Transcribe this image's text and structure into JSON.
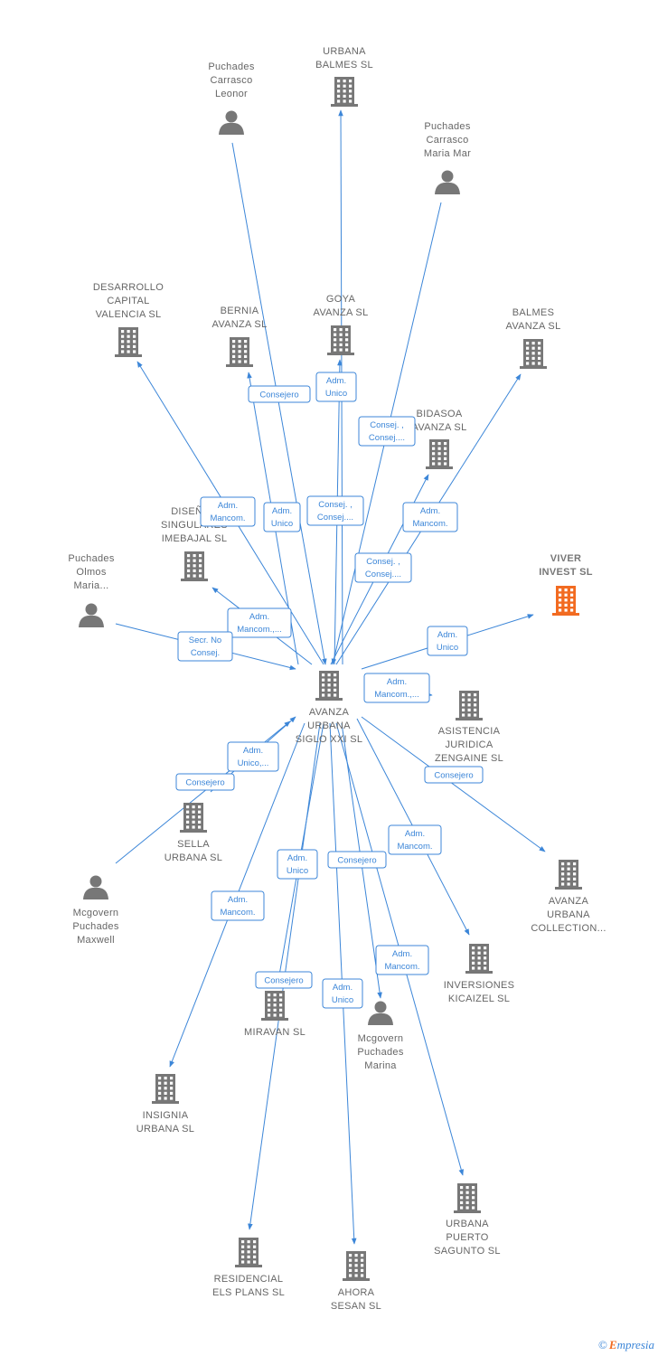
{
  "colors": {
    "edge": "#3c86d8",
    "node": "#777777",
    "highlight": "#f26b21"
  },
  "nodes": [
    {
      "id": "center",
      "type": "company",
      "label": [
        "AVANZA",
        "URBANA",
        "SIGLO XXI SL"
      ]
    },
    {
      "id": "urbana_balmes",
      "type": "company",
      "label": [
        "URBANA",
        "BALMES  SL"
      ]
    },
    {
      "id": "leonor",
      "type": "person",
      "label": [
        "Puchades",
        "Carrasco",
        "Leonor"
      ]
    },
    {
      "id": "maria_mar",
      "type": "person",
      "label": [
        "Puchades",
        "Carrasco",
        "Maria Mar"
      ]
    },
    {
      "id": "desarrollo",
      "type": "company",
      "label": [
        "DESARROLLO",
        "CAPITAL",
        "VALENCIA  SL"
      ]
    },
    {
      "id": "bernia",
      "type": "company",
      "label": [
        "BERNIA",
        "AVANZA  SL"
      ]
    },
    {
      "id": "goya",
      "type": "company",
      "label": [
        "GOYA",
        "AVANZA  SL"
      ]
    },
    {
      "id": "balmes_avanza",
      "type": "company",
      "label": [
        "BALMES",
        "AVANZA  SL"
      ]
    },
    {
      "id": "bidasoa",
      "type": "company",
      "label": [
        "BIDASOA",
        "AVANZA  SL"
      ]
    },
    {
      "id": "disenos",
      "type": "company",
      "label": [
        "DISEÑOS",
        "SINGULARES",
        "IMEBAJAL  SL"
      ]
    },
    {
      "id": "viver",
      "type": "company",
      "highlight": true,
      "label": [
        "VIVER",
        "INVEST  SL"
      ]
    },
    {
      "id": "olmos",
      "type": "person",
      "label": [
        "Puchades",
        "Olmos",
        "Maria..."
      ]
    },
    {
      "id": "asistencia",
      "type": "company",
      "label": [
        "ASISTENCIA",
        "JURIDICA",
        "ZENGAINE  SL"
      ]
    },
    {
      "id": "sella",
      "type": "company",
      "label": [
        "SELLA",
        "URBANA  SL"
      ]
    },
    {
      "id": "collection",
      "type": "company",
      "label": [
        "AVANZA",
        "URBANA",
        "COLLECTION..."
      ]
    },
    {
      "id": "maxwell",
      "type": "person",
      "label": [
        "Mcgovern",
        "Puchades",
        "Maxwell"
      ]
    },
    {
      "id": "kicaizel",
      "type": "company",
      "label": [
        "INVERSIONES",
        "KICAIZEL  SL"
      ]
    },
    {
      "id": "miravan",
      "type": "company",
      "label": [
        "MIRAVAN  SL"
      ]
    },
    {
      "id": "marina",
      "type": "person",
      "label": [
        "Mcgovern",
        "Puchades",
        "Marina"
      ]
    },
    {
      "id": "insignia",
      "type": "company",
      "label": [
        "INSIGNIA",
        "URBANA  SL"
      ]
    },
    {
      "id": "puerto",
      "type": "company",
      "label": [
        "URBANA",
        "PUERTO",
        "SAGUNTO  SL"
      ]
    },
    {
      "id": "residencial",
      "type": "company",
      "label": [
        "RESIDENCIAL",
        "ELS PLANS  SL"
      ]
    },
    {
      "id": "ahora",
      "type": "company",
      "label": [
        "AHORA",
        "SESAN  SL"
      ]
    }
  ],
  "edges": [
    {
      "label": [
        "Consejero"
      ]
    },
    {
      "label": [
        "Adm.",
        "Unico"
      ]
    },
    {
      "label": [
        "Consej. ,",
        "Consej...."
      ]
    },
    {
      "label": [
        "Adm.",
        "Mancom."
      ]
    },
    {
      "label": [
        "Adm.",
        "Unico"
      ]
    },
    {
      "label": [
        "Consej. ,",
        "Consej...."
      ]
    },
    {
      "label": [
        "Adm.",
        "Mancom."
      ]
    },
    {
      "label": [
        "Consej. ,",
        "Consej...."
      ]
    },
    {
      "label": [
        "Adm.",
        "Mancom.,..."
      ]
    },
    {
      "label": [
        "Secr.  No",
        "Consej."
      ]
    },
    {
      "label": [
        "Adm.",
        "Unico"
      ]
    },
    {
      "label": [
        "Adm.",
        "Mancom.,..."
      ]
    },
    {
      "label": [
        "Adm.",
        "Unico,..."
      ]
    },
    {
      "label": [
        "Consejero"
      ]
    },
    {
      "label": [
        "Consejero"
      ]
    },
    {
      "label": [
        "Adm.",
        "Mancom."
      ]
    },
    {
      "label": [
        "Adm.",
        "Unico"
      ]
    },
    {
      "label": [
        "Consejero"
      ]
    },
    {
      "label": [
        "Adm.",
        "Mancom."
      ]
    },
    {
      "label": [
        "Consejero"
      ]
    },
    {
      "label": [
        "Adm.",
        "Mancom."
      ]
    },
    {
      "label": [
        "Adm.",
        "Unico"
      ]
    }
  ],
  "footer": {
    "copyright": "©",
    "brand_initial": "E",
    "brand_rest": "mpresia"
  }
}
